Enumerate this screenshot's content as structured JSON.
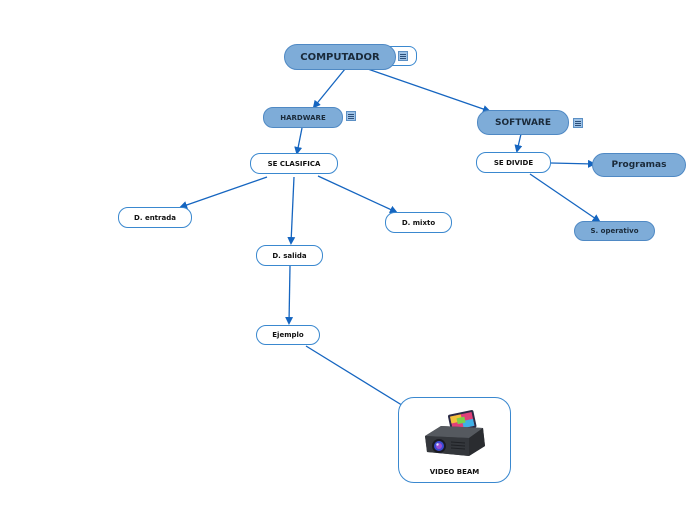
{
  "nodes": {
    "computador": "COMPUTADOR",
    "hardware": "HARDWARE",
    "software": "SOFTWARE",
    "se_clasifica": "SE CLASIFICA",
    "se_divide": "SE DIVIDE",
    "programas": "Programas",
    "d_entrada": "D. entrada",
    "d_mixto": "D. mixto",
    "d_salida": "D. salida",
    "s_operativo": "S. operativo",
    "ejemplo": "Ejemplo",
    "video_beam": "VIDEO BEAM"
  },
  "colors": {
    "connector": "#1565c0",
    "filled_node": "#7eacd8",
    "outline_border": "#3a88cf"
  },
  "icons": [
    "notes-icon",
    "projector-image"
  ]
}
